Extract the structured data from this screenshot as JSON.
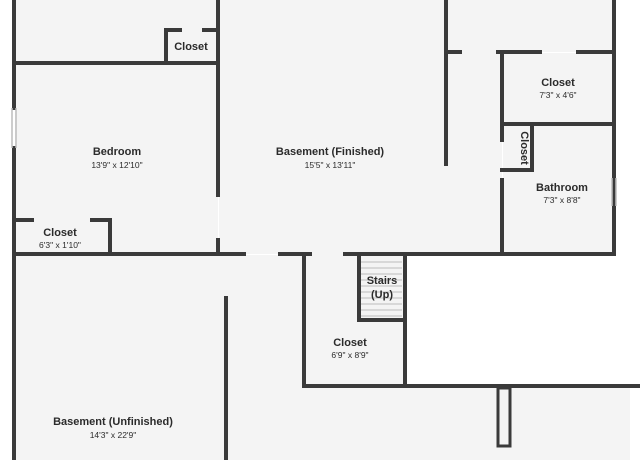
{
  "floor_plan": {
    "colors": {
      "wall": "#3a3a3a",
      "floor": "#f4f4f4",
      "background": "#ffffff",
      "window": "#d9d9d9",
      "text": "#2b2b2b"
    },
    "rooms": {
      "closet_top": {
        "name": "Closet"
      },
      "bedroom": {
        "name": "Bedroom",
        "dims": "13'9\" x 12'10\""
      },
      "closet_bedroom": {
        "name": "Closet",
        "dims": "6'3\" x 1'10\""
      },
      "basement_finished": {
        "name": "Basement (Finished)",
        "dims": "15'5\" x 13'11\""
      },
      "closet_right": {
        "name": "Closet",
        "dims": "7'3\" x 4'6\""
      },
      "closet_vertical": {
        "name": "Closet"
      },
      "bathroom": {
        "name": "Bathroom",
        "dims": "7'3\" x 8'8\""
      },
      "stairs": {
        "name_line1": "Stairs",
        "name_line2": "(Up)"
      },
      "closet_center": {
        "name": "Closet",
        "dims": "6'9\" x 8'9\""
      },
      "basement_unfinished": {
        "name": "Basement (Unfinished)",
        "dims": "14'3\" x 22'9\""
      }
    }
  }
}
